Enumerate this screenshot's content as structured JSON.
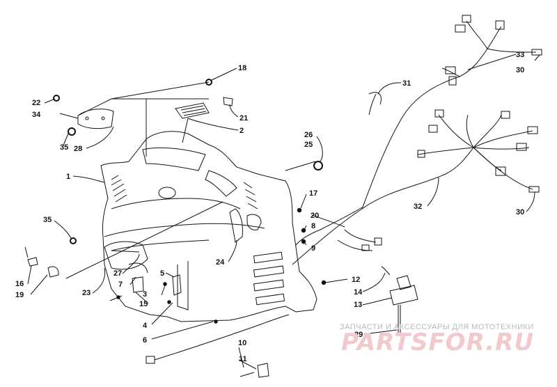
{
  "diagram": {
    "callouts": [
      {
        "id": "c1",
        "text": "1"
      },
      {
        "id": "c2",
        "text": "2"
      },
      {
        "id": "c3",
        "text": "3"
      },
      {
        "id": "c4",
        "text": "4"
      },
      {
        "id": "c5",
        "text": "5"
      },
      {
        "id": "c6",
        "text": "6"
      },
      {
        "id": "c7",
        "text": "7"
      },
      {
        "id": "c8",
        "text": "8"
      },
      {
        "id": "c9",
        "text": "9"
      },
      {
        "id": "c10",
        "text": "10"
      },
      {
        "id": "c11",
        "text": "11"
      },
      {
        "id": "c12",
        "text": "12"
      },
      {
        "id": "c13",
        "text": "13"
      },
      {
        "id": "c14",
        "text": "14"
      },
      {
        "id": "c15",
        "text": "15"
      },
      {
        "id": "c16",
        "text": "16"
      },
      {
        "id": "c17",
        "text": "17"
      },
      {
        "id": "c18",
        "text": "18"
      },
      {
        "id": "c19",
        "text": "19"
      },
      {
        "id": "c20",
        "text": "20"
      },
      {
        "id": "c21",
        "text": "21"
      },
      {
        "id": "c22",
        "text": "22"
      },
      {
        "id": "c23",
        "text": "23"
      },
      {
        "id": "c24",
        "text": "24"
      },
      {
        "id": "c25",
        "text": "25"
      },
      {
        "id": "c26",
        "text": "26"
      },
      {
        "id": "c27",
        "text": "27"
      },
      {
        "id": "c28",
        "text": "28"
      },
      {
        "id": "c29",
        "text": "29"
      },
      {
        "id": "c30a",
        "text": "30"
      },
      {
        "id": "c30b",
        "text": "30"
      },
      {
        "id": "c31",
        "text": "31"
      },
      {
        "id": "c32",
        "text": "32"
      },
      {
        "id": "c33",
        "text": "33"
      },
      {
        "id": "c34",
        "text": "34"
      },
      {
        "id": "c35a",
        "text": "35"
      },
      {
        "id": "c35b",
        "text": "35"
      }
    ]
  },
  "watermark": {
    "tagline": "ЗАПЧАСТИ И АКСЕССУАРЫ ДЛЯ МОТОТЕХНИКИ",
    "logo": "PARTSFOR.RU"
  },
  "colors": {
    "line": "#111111",
    "watermark_logo": "#f2c9cd",
    "watermark_text": "#b9b9b9"
  }
}
